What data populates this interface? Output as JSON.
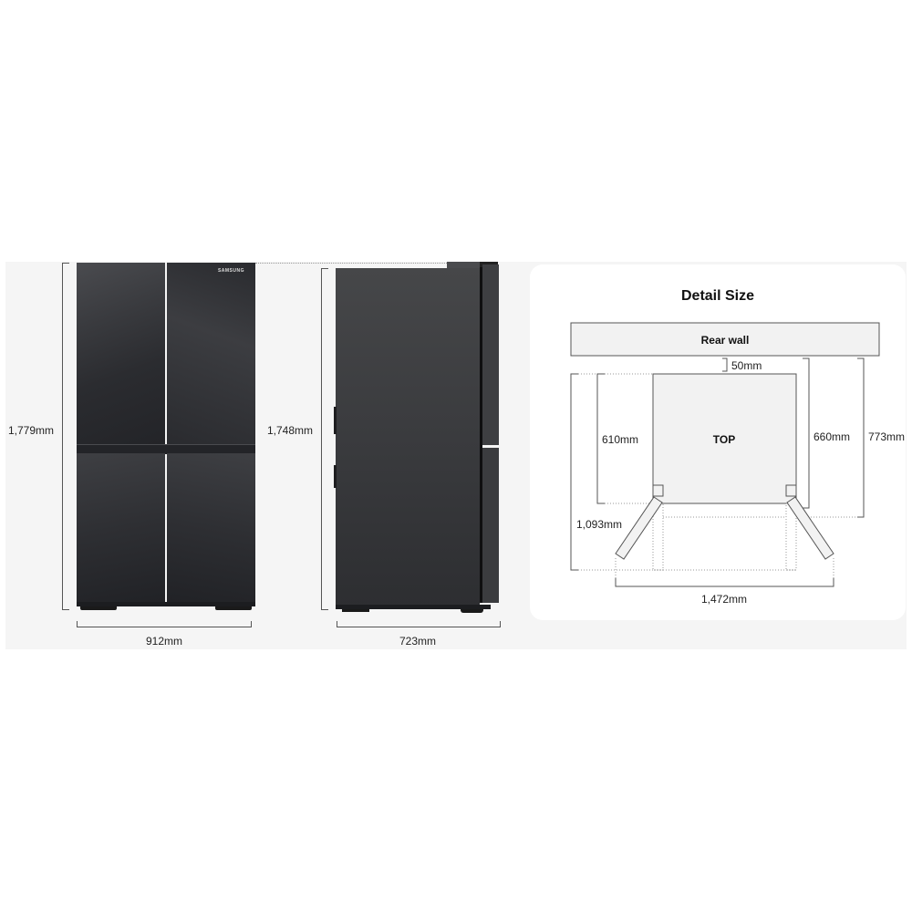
{
  "front_view": {
    "height_label": "1,779mm",
    "width_label": "912mm",
    "brand_label": "SAMSUNG"
  },
  "side_view": {
    "height_label": "1,748mm",
    "depth_label": "723mm"
  },
  "detail_size": {
    "title": "Detail Size",
    "rear_wall_label": "Rear wall",
    "top_label": "TOP",
    "gap_label": "50mm",
    "body_depth_label": "610mm",
    "depth_with_door_label": "660mm",
    "total_depth_label": "773mm",
    "door_open_depth_label": "1,093mm",
    "door_open_width_label": "1,472mm"
  },
  "colors": {
    "panel_bg": "#f5f5f5",
    "fridge_dark": "#2b2c30",
    "side_panel": "#3d3e42",
    "diagram_fill": "#f2f2f2",
    "diagram_stroke": "#555555"
  }
}
